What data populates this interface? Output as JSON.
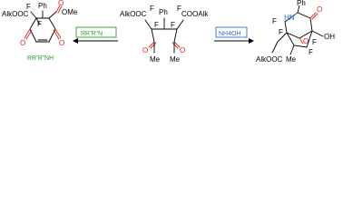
{
  "colors": {
    "oxygen": "#d6261e",
    "nitrogen": "#2f6fd6",
    "reagent_left": "#2a9d2a",
    "reagent_right": "#2f6fd6",
    "frame_left": "#2a9d2a",
    "frame_right": "#2f6fd6"
  },
  "left_product": {
    "alkooc": "AlkOOC",
    "f_top": "F",
    "f_mid": "F",
    "ph": "Ph",
    "o_ester": "O",
    "ome": "OMe",
    "o_left": "O",
    "o_right": "O",
    "amine": "RR'R\"NH"
  },
  "left_arrow": {
    "reagent": "RR'R\"N",
    "arrow_char": "←"
  },
  "center": {
    "alkooc": "AlkOOC",
    "f1": "F",
    "f2": "F",
    "ph": "Ph",
    "f3": "F",
    "f4": "F",
    "cooalk": "COOAlk",
    "o_left": "O",
    "o_right": "O",
    "me_left": "Me",
    "me_right": "Me"
  },
  "right_arrow": {
    "reagent": "NH4OH",
    "arrow_char": "→"
  },
  "right_product": {
    "hn": "HN",
    "ph": "Ph",
    "o_lactam": "O",
    "f_left": "F",
    "f_mid": "F",
    "oh": "OH",
    "o_ring": "O",
    "f_right": "F",
    "f_low": "F",
    "me": "Me",
    "alkooc": "AlkOOC"
  }
}
